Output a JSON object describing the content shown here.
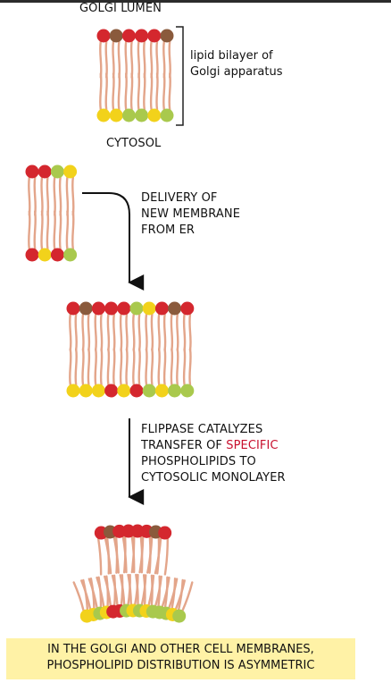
{
  "labels": {
    "golgi_lumen": "GOLGI LUMEN",
    "bilayer_note_line1": "lipid bilayer of",
    "bilayer_note_line2": "Golgi apparatus",
    "cytosol": "CYTOSOL",
    "delivery_line1": "DELIVERY OF",
    "delivery_line2": "NEW MEMBRANE",
    "delivery_line3": "FROM ER",
    "flippase_line1": "FLIPPASE CATALYZES",
    "flippase_line2_prefix": "TRANSFER OF ",
    "flippase_line2_highlight": "SPECIFIC",
    "flippase_line3": "PHOSPHOLIPIDS TO",
    "flippase_line4": "CYTOSOLIC MONOLAYER",
    "caption_line1": "IN THE GOLGI AND OTHER CELL MEMBRANES,",
    "caption_line2": "PHOSPHOLIPID DISTRIBUTION IS ASYMMETRIC"
  },
  "colors": {
    "red_head": "#d4272e",
    "brown_head": "#8a5a3c",
    "yellow_head": "#f2d21b",
    "green_head": "#a9c94d",
    "tail": "#e3a58a",
    "arrow": "#111111",
    "caption_bg": "#fff2a6",
    "highlight_text": "#c8102e"
  },
  "membranes": [
    {
      "id": "golgi-bilayer",
      "top_heads": [
        "red",
        "brown",
        "red",
        "red",
        "red",
        "brown"
      ],
      "bottom_heads": [
        "yellow",
        "yellow",
        "green",
        "green",
        "yellow",
        "green"
      ]
    },
    {
      "id": "er-vesicle",
      "top_heads": [
        "red",
        "red",
        "green",
        "yellow"
      ],
      "bottom_heads": [
        "red",
        "yellow",
        "red",
        "green"
      ]
    },
    {
      "id": "merged-bilayer",
      "top_heads": [
        "red",
        "brown",
        "red",
        "red",
        "red",
        "green",
        "yellow",
        "red",
        "brown",
        "red"
      ],
      "bottom_heads": [
        "yellow",
        "yellow",
        "yellow",
        "red",
        "yellow",
        "red",
        "green",
        "yellow",
        "green",
        "green"
      ]
    },
    {
      "id": "curved-bilayer",
      "top_heads": [
        "red",
        "brown",
        "red",
        "red",
        "red",
        "red",
        "brown",
        "red"
      ],
      "bottom_heads": [
        "yellow",
        "yellow",
        "green",
        "yellow",
        "red",
        "red",
        "green",
        "yellow",
        "green",
        "yellow",
        "green",
        "green",
        "green",
        "yellow",
        "green"
      ]
    }
  ]
}
